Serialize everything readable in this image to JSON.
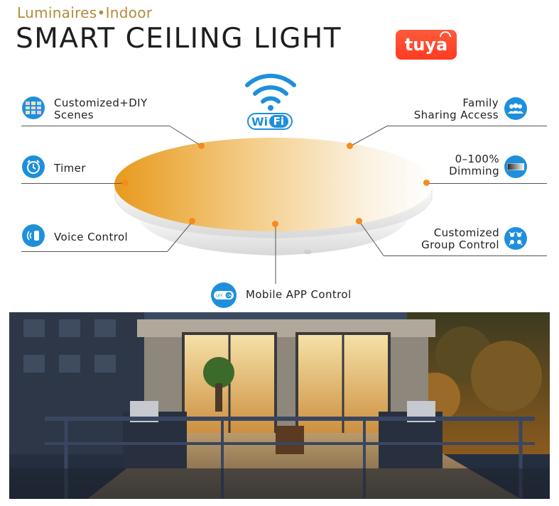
{
  "header": {
    "subtitle": "Luminaires•Indoor",
    "title": "SMART CEILING LIGHT",
    "brand_logo": "tuya"
  },
  "wifi": {
    "label_w": "Wi",
    "label_fi": "Fi"
  },
  "features": {
    "scenes": {
      "line1": "Customized+DIY",
      "line2": "Scenes",
      "icon": "scenes-grid-icon"
    },
    "timer": {
      "label": "Timer",
      "icon": "alarm-clock-icon"
    },
    "voice": {
      "label": "Voice Control",
      "icon": "speaker-icon"
    },
    "family": {
      "line1": "Family",
      "line2": "Sharing Access",
      "icon": "users-icon"
    },
    "dimming": {
      "line1": "0–100%",
      "line2": "Dimming",
      "icon": "dimmer-slider-icon"
    },
    "group": {
      "line1": "Customized",
      "line2": "Group Control",
      "icon": "group-lights-icon"
    },
    "app": {
      "label": "Mobile APP Control",
      "icon": "on-off-switch-icon",
      "switch_off": "OFF",
      "switch_on": "ON"
    }
  },
  "colors": {
    "accent_blue": "#1e8fdc",
    "dot_orange": "#f58a1f",
    "lamp_warm": "#e89a1c",
    "subtitle_gold": "#b48a3c"
  }
}
